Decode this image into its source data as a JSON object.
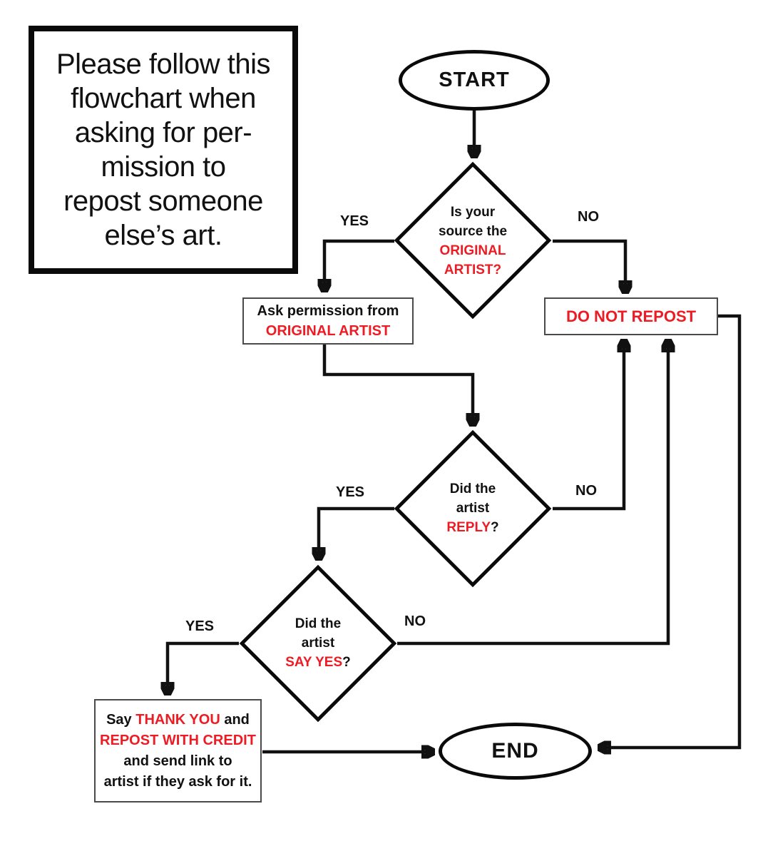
{
  "colors": {
    "accent_red": "#ED1C24",
    "line_black": "#111111"
  },
  "intro": {
    "lines": [
      "Please follow this",
      "flowchart when",
      "asking for per-",
      "mission to",
      "repost someone",
      "else’s art."
    ]
  },
  "nodes": {
    "start": {
      "label": "START"
    },
    "d1": {
      "line1": "Is your",
      "line2": "source the",
      "red1": "ORIGINAL",
      "red2": "ARTIST?"
    },
    "ask": {
      "line1": "Ask permission from",
      "line2_red": "ORIGINAL ARTIST"
    },
    "donot": {
      "label": "DO NOT REPOST"
    },
    "d2": {
      "line1": "Did the",
      "line2": "artist",
      "red": "REPLY",
      "suffix": "?"
    },
    "d3": {
      "line1": "Did the",
      "line2": "artist",
      "red": "SAY YES",
      "suffix": "?"
    },
    "thanks": {
      "seg1": "Say ",
      "seg2_red": "THANK YOU",
      "seg3": " and",
      "line2_red": "REPOST WITH CREDIT",
      "line3": "and send link to",
      "line4": "artist if they ask for it."
    },
    "end": {
      "label": "END"
    }
  },
  "edges": {
    "yes1": "YES",
    "no1": "NO",
    "yes2": "YES",
    "no2": "NO",
    "yes3": "YES",
    "no3": "NO"
  }
}
